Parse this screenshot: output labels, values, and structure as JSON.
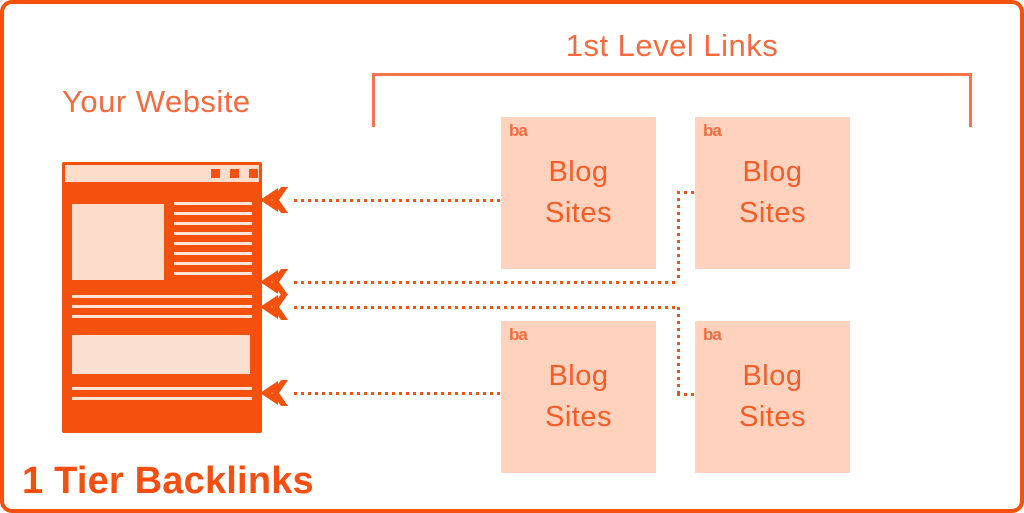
{
  "title": "1 Tier Backlinks",
  "labels": {
    "your_website": "Your Website",
    "first_level": "1st Level Links"
  },
  "blog_boxes": [
    {
      "position": "top-left",
      "logo": "ba",
      "label": "Blog\nSites"
    },
    {
      "position": "top-right",
      "logo": "ba",
      "label": "Blog\nSites"
    },
    {
      "position": "bottom-left",
      "logo": "ba",
      "label": "Blog\nSites"
    },
    {
      "position": "bottom-right",
      "logo": "ba",
      "label": "Blog\nSites"
    }
  ],
  "diagram": {
    "type": "backlink-tier-diagram",
    "edges": [
      {
        "from": "blog-sites-top-left",
        "to": "your-website"
      },
      {
        "from": "blog-sites-top-right",
        "to": "your-website"
      },
      {
        "from": "blog-sites-bottom-left",
        "to": "your-website"
      },
      {
        "from": "blog-sites-bottom-right",
        "to": "your-website"
      }
    ]
  },
  "colors": {
    "orange": "#f4500e",
    "orange_text_light": "#f8693c",
    "orange_text": "#f45d28",
    "title_orange": "#f94e12",
    "peach_box": "#fed2bd",
    "peach_light": "#fcdccb",
    "background": "#ffffff"
  }
}
